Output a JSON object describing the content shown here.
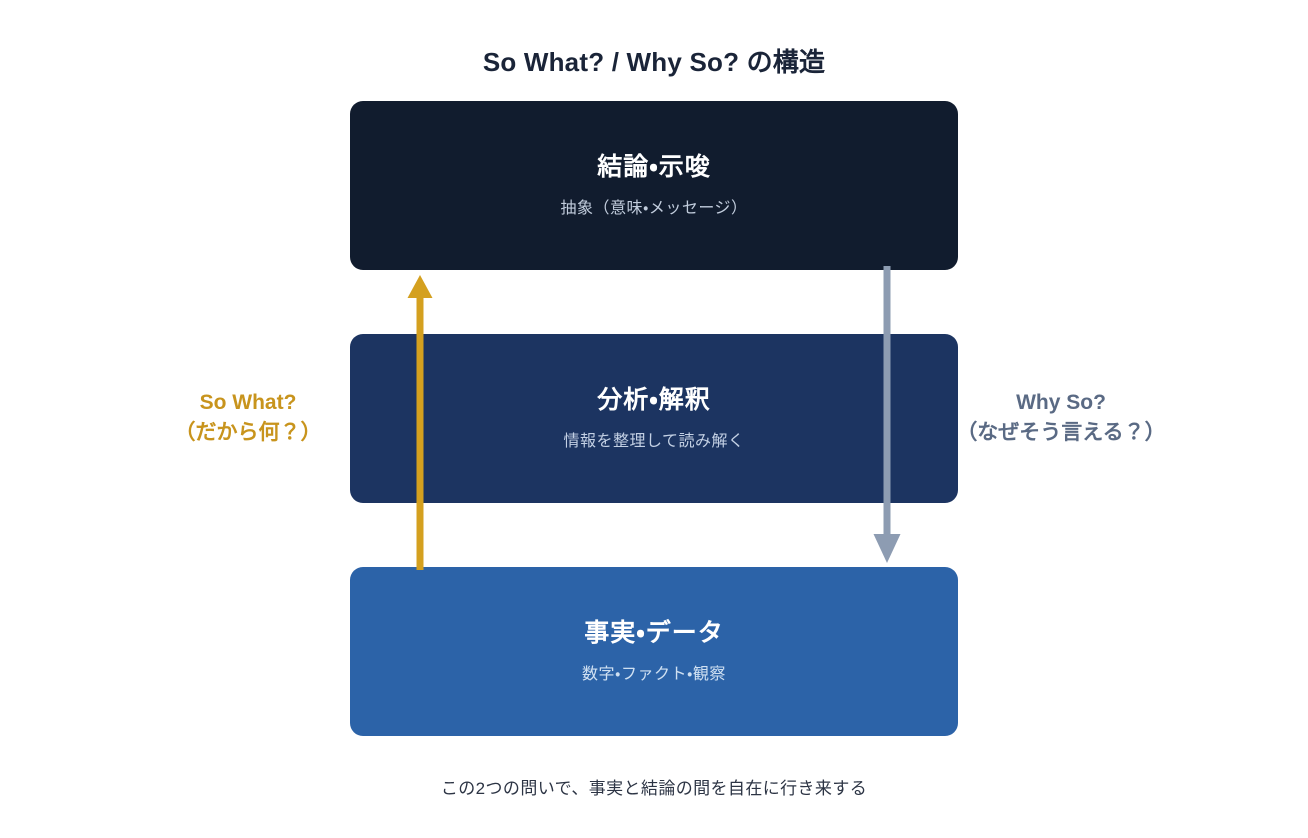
{
  "page": {
    "title": "So What? / Why So? の構造",
    "background_color": "#ffffff",
    "caption": "この2つの問いで、事実と結論の間を自在に行き来する"
  },
  "layers": [
    {
      "id": "conclusion",
      "title": "結論・示唆",
      "subtitle": "抽象（意味・メッセージ）",
      "color": "#111c2e"
    },
    {
      "id": "analysis",
      "title": "分析・解釈",
      "subtitle": "情報を整理して読み解く",
      "color": "#1c3461"
    },
    {
      "id": "facts",
      "title": "事実・データ",
      "subtitle": "数字・ファクト・観察",
      "color": "#2c63a8"
    }
  ],
  "arrows": {
    "so_what": {
      "direction": "up",
      "color": "#d4a01f",
      "label_en": "So What?",
      "label_ja": "（だから何？）",
      "label_color": "#c8941d",
      "icon": "arrow-up-icon"
    },
    "why_so": {
      "direction": "down",
      "color": "#8d9cb2",
      "label_en": "Why So?",
      "label_ja": "（なぜそう言える？）",
      "label_color": "#5a6a84",
      "icon": "arrow-down-icon"
    }
  }
}
